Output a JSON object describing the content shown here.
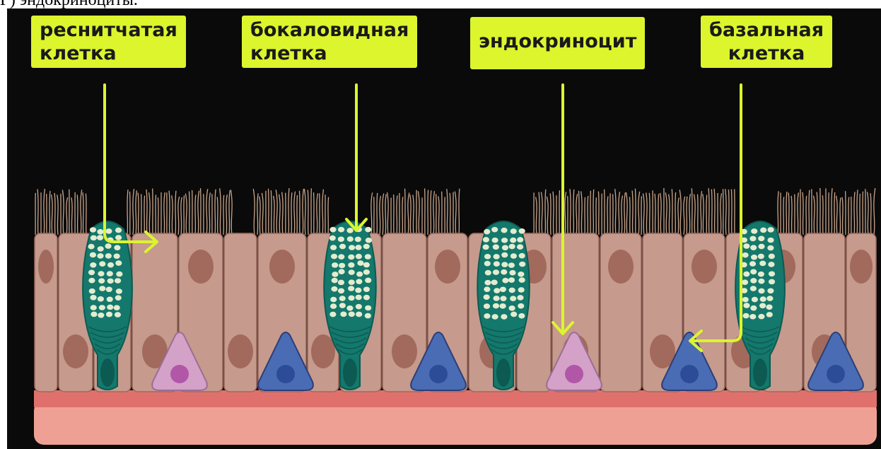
{
  "caption": "Г) эндокриноциты.",
  "labels": {
    "ciliated": {
      "line1": "реснитчатая",
      "line2": "клетка"
    },
    "goblet": {
      "line1": "бокаловидная",
      "line2": "клетка"
    },
    "endocrine": {
      "line1": "эндокриноцит"
    },
    "basal": {
      "line1": "базальная",
      "line2": "клетка"
    }
  },
  "colors": {
    "background": "#0a0a0a",
    "label": "#dcf52d",
    "arrow": "#dcf52d",
    "columnar_cell": "#c69a8c",
    "columnar_nucleus": "#a26a5c",
    "goblet_cell": "#14786c",
    "goblet_granules": "#e4ecd0",
    "endocrine_cell": "#d4a1c8",
    "endocrine_nucleus": "#b256a8",
    "basal_cell": "#4a6cb4",
    "basal_nucleus": "#2c4c98",
    "basement_membrane": "#e0706c",
    "connective_tissue": "#eea094",
    "cilia": "#c8a48a"
  }
}
